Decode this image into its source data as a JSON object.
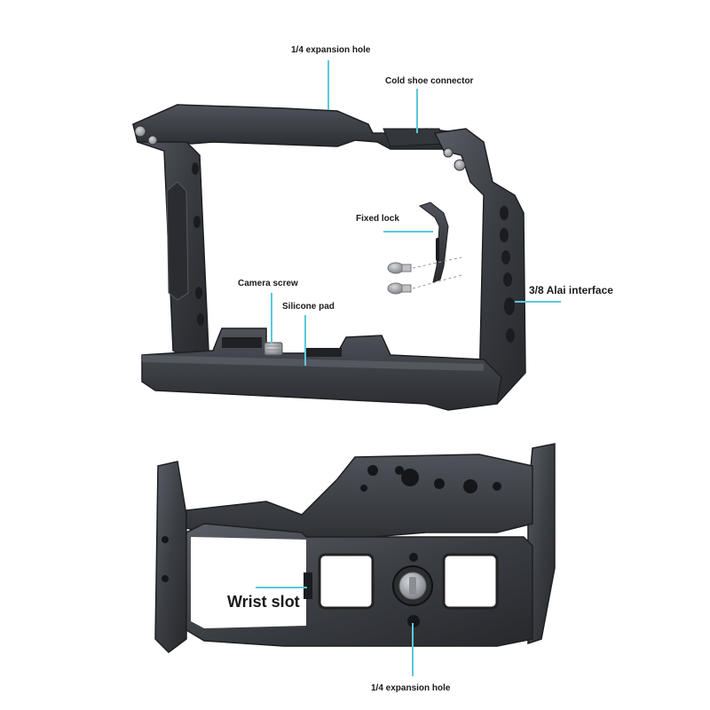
{
  "labels": {
    "top_expansion_hole": "1/4 expansion hole",
    "cold_shoe_connector": "Cold shoe connector",
    "fixed_lock": "Fixed lock",
    "alai_interface": "3/8 Alai interface",
    "camera_screw": "Camera screw",
    "silicone_pad": "Silicone pad",
    "wrist_slot": "Wrist slot",
    "bottom_expansion_hole": "1/4 expansion hole"
  },
  "colors": {
    "leader_line": "#5cc8da",
    "metal_dark": "#2b2d31",
    "metal_mid": "#45484e",
    "metal_light": "#6b6f76",
    "background": "#ffffff"
  }
}
